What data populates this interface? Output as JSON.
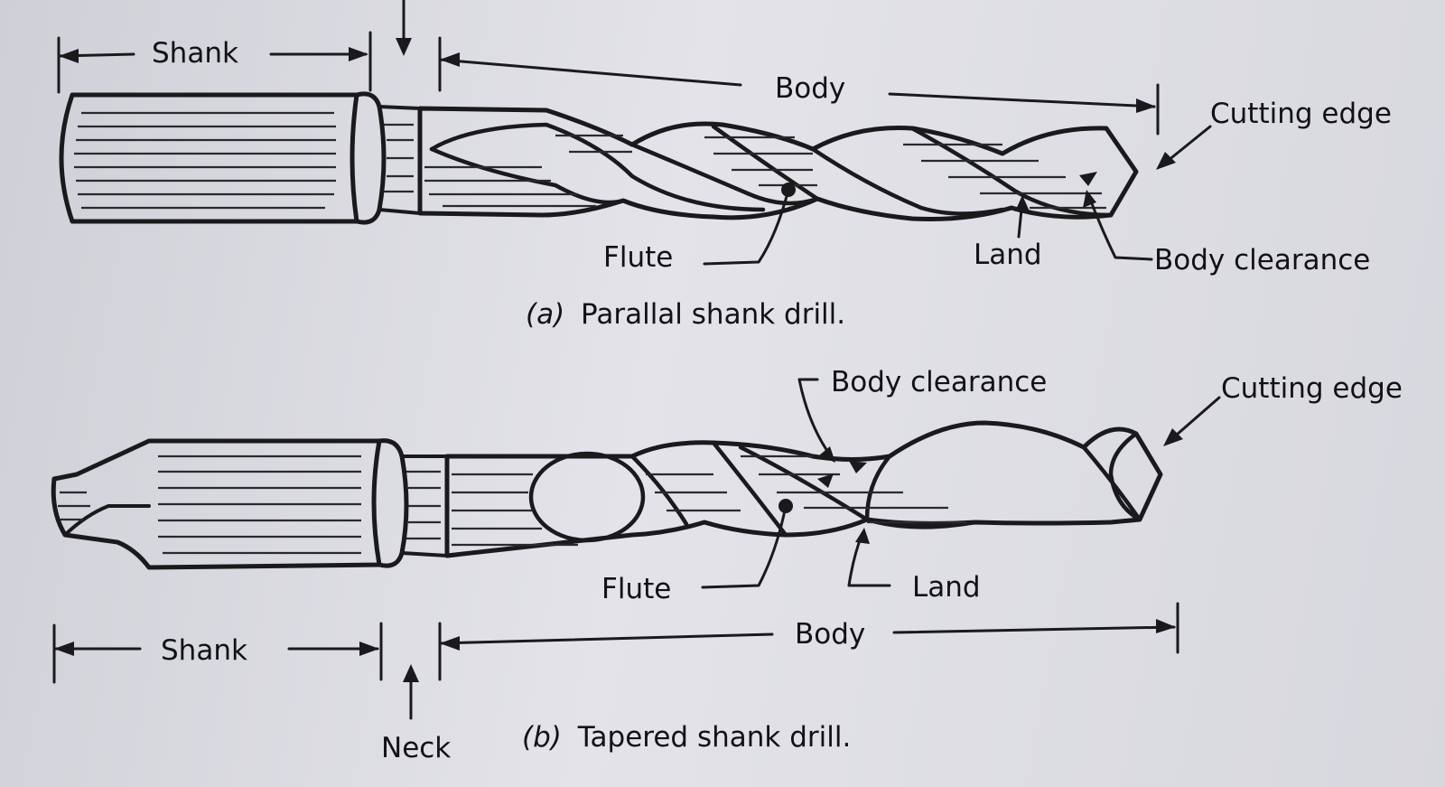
{
  "figure_a": {
    "labels": {
      "shank": "Shank",
      "body": "Body",
      "cutting_edge": "Cutting edge",
      "flute": "Flute",
      "land": "Land",
      "body_clearance": "Body clearance"
    },
    "caption_letter": "(a)",
    "caption_text": "Parallal shank drill."
  },
  "figure_b": {
    "labels": {
      "shank": "Shank",
      "body": "Body",
      "cutting_edge": "Cutting edge",
      "flute": "Flute",
      "land": "Land",
      "body_clearance": "Body clearance",
      "neck": "Neck"
    },
    "caption_letter": "(b)",
    "caption_text": "Tapered shank drill."
  },
  "colors": {
    "paper": "#dedee4",
    "ink": "#1a1a1c"
  }
}
